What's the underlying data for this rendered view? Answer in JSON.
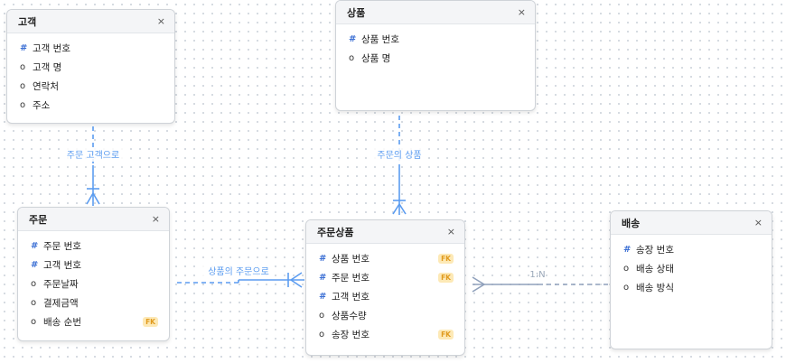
{
  "colors": {
    "relationship_line": "#5b9cf0",
    "selected_line": "#8fa0bb",
    "fk_badge_bg": "#fde9b6",
    "fk_badge_text": "#e09a1d",
    "pk_marker": "#3b6fd4"
  },
  "entities": {
    "customer": {
      "title": "고객",
      "close": "×",
      "attributes": [
        {
          "marker": "#",
          "name": "고객 번호"
        },
        {
          "marker": "o",
          "name": "고객 명"
        },
        {
          "marker": "o",
          "name": "연락처"
        },
        {
          "marker": "o",
          "name": "주소"
        }
      ]
    },
    "product": {
      "title": "상품",
      "close": "×",
      "attributes": [
        {
          "marker": "#",
          "name": "상품 번호"
        },
        {
          "marker": "o",
          "name": "상품 명"
        }
      ]
    },
    "order": {
      "title": "주문",
      "close": "×",
      "attributes": [
        {
          "marker": "#",
          "name": "주문 번호"
        },
        {
          "marker": "#",
          "name": "고객 번호"
        },
        {
          "marker": "o",
          "name": "주문날짜"
        },
        {
          "marker": "o",
          "name": "결제금액"
        },
        {
          "marker": "o",
          "name": "배송 순번",
          "badge": "FK"
        }
      ]
    },
    "order_product": {
      "title": "주문상품",
      "close": "×",
      "attributes": [
        {
          "marker": "#",
          "name": "상품 번호",
          "badge": "FK"
        },
        {
          "marker": "#",
          "name": "주문 번호",
          "badge": "FK"
        },
        {
          "marker": "#",
          "name": "고객 번호"
        },
        {
          "marker": "o",
          "name": "상품수량"
        },
        {
          "marker": "o",
          "name": "송장 번호",
          "badge": "FK"
        }
      ]
    },
    "delivery": {
      "title": "배송",
      "close": "×",
      "attributes": [
        {
          "marker": "#",
          "name": "송장 번호"
        },
        {
          "marker": "o",
          "name": "배송 상태"
        },
        {
          "marker": "o",
          "name": "배송 방식"
        }
      ]
    }
  },
  "relationships": [
    {
      "label": "주문 고객으로"
    },
    {
      "label": "주문의 상품"
    },
    {
      "label": "상품의 주문으로"
    },
    {
      "label": "1:N"
    }
  ]
}
